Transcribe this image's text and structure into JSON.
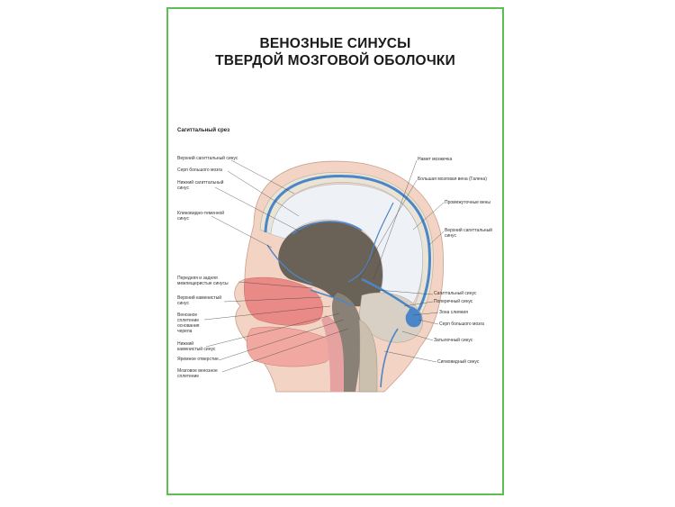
{
  "title": {
    "line1": "ВЕНОЗНЫЕ СИНУСЫ",
    "line2": "ТВЕРДОЙ МОЗГОВОЙ ОБОЛОЧКИ"
  },
  "subtitle": "Сагиттальный срез",
  "labels_left": [
    "Верхний сагиттальный синус",
    "Серп большого мозга",
    "Нижний сагиттальный синус",
    "Клиновидно-теменной синус",
    "Передняя и задняя межпещеристые синусы",
    "Верхний каменистый синус",
    "Венозное сплетение основания черепа",
    "Нижний каменистый синус",
    "Яремное отверстие",
    "Мозговое венозное сплетение"
  ],
  "labels_right": [
    "Намет мозжечка",
    "Большая мозговая вена (Галена)",
    "Промежуточные вены",
    "Верхний сагиттальный синус",
    "Сагиттальный синус",
    "Поперечный синус",
    "Зона слияния",
    "Серп большого мозга",
    "Затылочный синус",
    "Сигмовидный синус"
  ],
  "colors": {
    "frame": "#5bbf52",
    "sinus": "#4a86c8",
    "brain": "#6b6257",
    "skin": "#f2c4b3",
    "tissue": "#e98a86"
  }
}
